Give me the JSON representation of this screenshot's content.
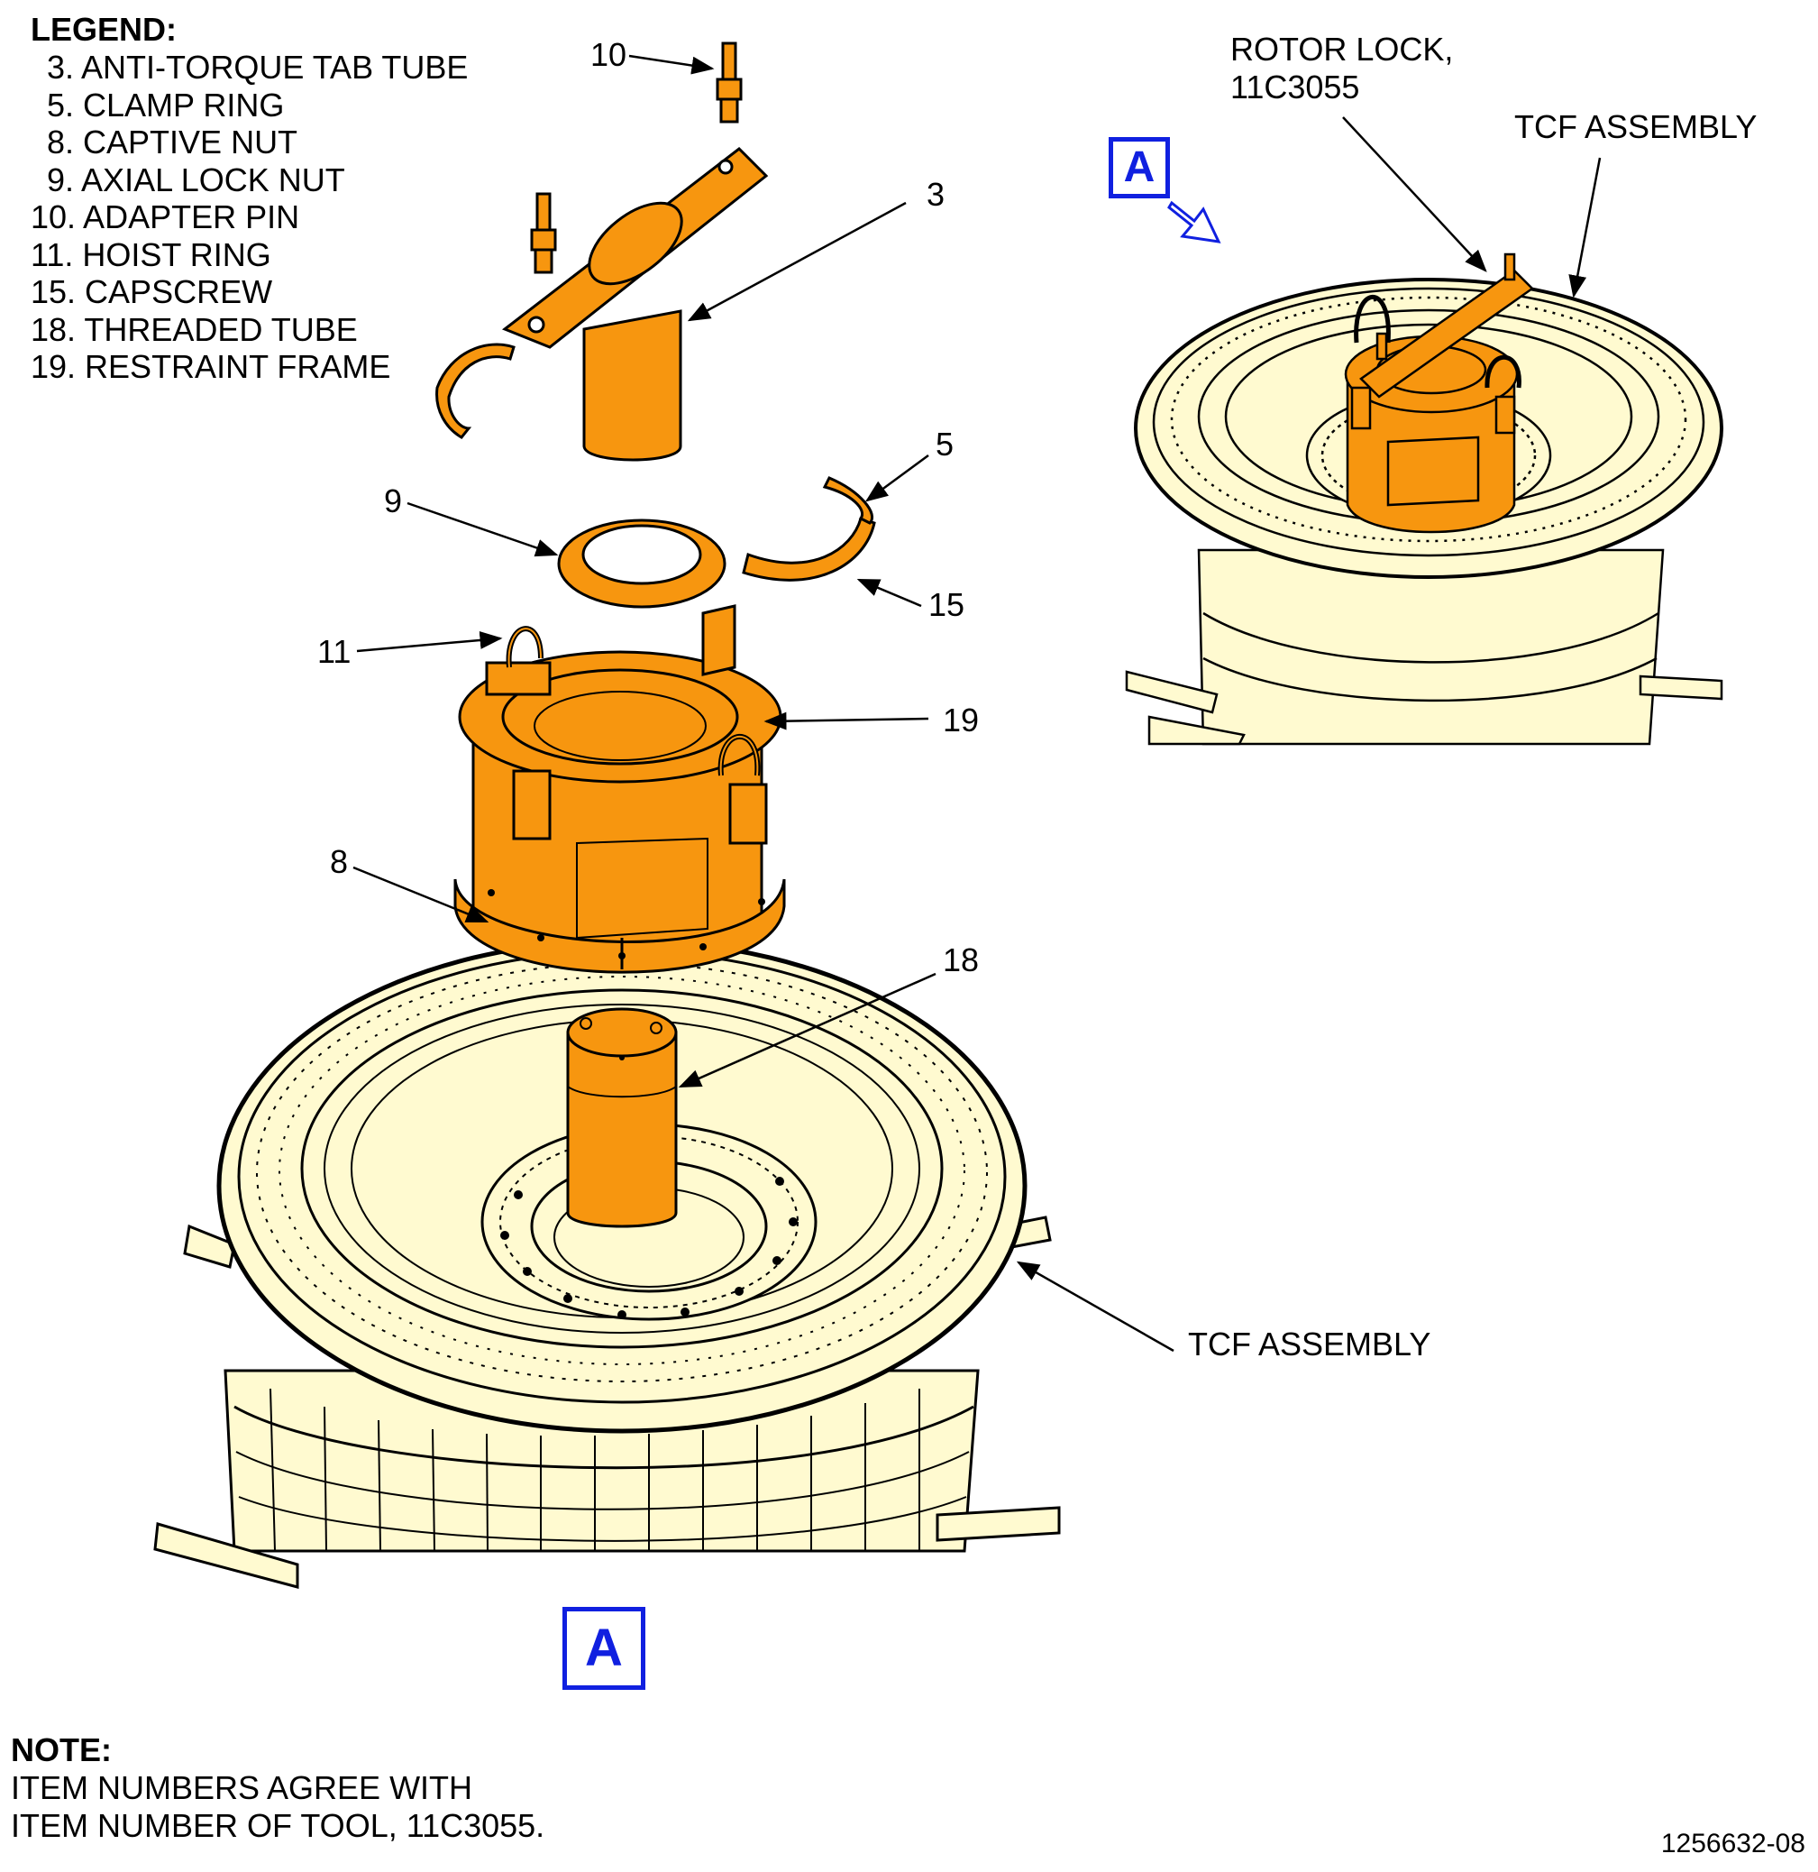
{
  "legend": {
    "title": "LEGEND:",
    "items": [
      "  3. ANTI-TORQUE TAB TUBE",
      "  5. CLAMP RING",
      "  8. CAPTIVE NUT",
      "  9. AXIAL LOCK NUT",
      "10. ADAPTER PIN",
      "11. HOIST RING",
      "15. CAPSCREW",
      "18. THREADED TUBE",
      "19. RESTRAINT FRAME"
    ]
  },
  "callouts": {
    "c10": "10",
    "c3": "3",
    "c5": "5",
    "c9": "9",
    "c15": "15",
    "c11": "11",
    "c19": "19",
    "c8": "8",
    "c18": "18",
    "tcf_main": "TCF ASSEMBLY",
    "rotor_lock_line1": "ROTOR LOCK,",
    "rotor_lock_line2": "11C3055",
    "tcf_inset": "TCF ASSEMBLY"
  },
  "view_marker": "A",
  "note": {
    "title": "NOTE:",
    "line1": "ITEM NUMBERS AGREE WITH",
    "line2": "ITEM NUMBER OF TOOL, 11C3055."
  },
  "figure_number": "1256632-08",
  "colors": {
    "tool_orange": "#f7960f",
    "assembly_cream": "#fffad0",
    "view_blue": "#1020e0",
    "outline": "#000000"
  }
}
